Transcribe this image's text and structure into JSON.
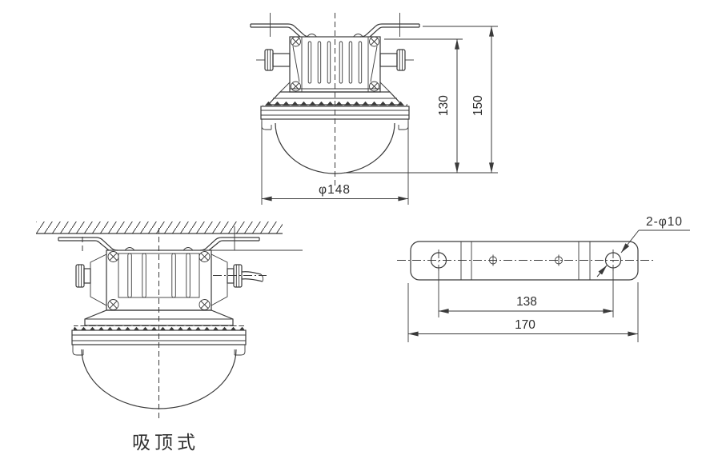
{
  "colors": {
    "background": "#ffffff",
    "line": "#3a3a3a"
  },
  "front_view": {
    "dim_body_height": "130",
    "dim_total_height": "150",
    "dim_dome_diameter": "φ148"
  },
  "mounted_view": {
    "caption": "吸顶式"
  },
  "plate_view": {
    "holes_callout": "2-φ10",
    "dim_hole_spacing": "138",
    "dim_overall_length": "170"
  }
}
